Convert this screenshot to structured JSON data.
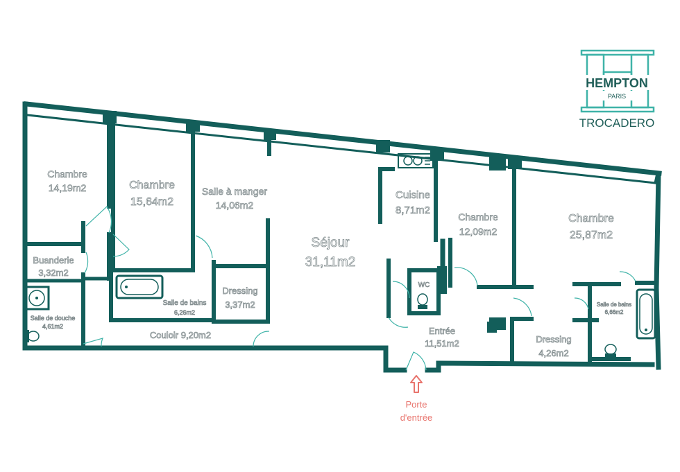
{
  "rooms": {
    "chambre_1": {
      "name": "Chambre",
      "area": "14,19m2"
    },
    "chambre_2": {
      "name": "Chambre",
      "area": "15,64m2"
    },
    "salle_a_manger": {
      "name": "Salle à manger",
      "area": "14,06m2"
    },
    "sejour": {
      "name": "Séjour",
      "area": "31,11m2"
    },
    "cuisine": {
      "name": "Cuisine",
      "area": "8,71m2"
    },
    "chambre_3": {
      "name": "Chambre",
      "area": "12,09m2"
    },
    "chambre_4": {
      "name": "Chambre",
      "area": "25,87m2"
    },
    "buanderie": {
      "name": "Buanderie",
      "area": "3,32m2"
    },
    "salle_de_douche": {
      "name": "Salle de douche",
      "area": "4,61m2"
    },
    "salle_de_bains_1": {
      "name": "Salle de bains",
      "area": "6,26m2"
    },
    "dressing_1": {
      "name": "Dressing",
      "area": "3,37m2"
    },
    "couloir": {
      "name": "Couloir",
      "area": "9,20m2"
    },
    "wc": {
      "name": "WC"
    },
    "entree": {
      "name": "Entrée",
      "area": "11,51m2"
    },
    "dressing_2": {
      "name": "Dressing",
      "area": "4,26m2"
    },
    "salle_de_bains_2": {
      "name": "Salle de bains",
      "area": "6,66m2"
    }
  },
  "entrance": {
    "line1": "Porte",
    "line2": "d'entrée"
  },
  "logo": {
    "brand": "HEMPTON",
    "city": "PARIS",
    "location": "TROCADERO"
  },
  "colors": {
    "wall": "#135e5a",
    "door": "#3fb3a8",
    "logo_primary": "#1f5e58",
    "logo_accent": "#3fb3a8",
    "entrance": "#e8736c",
    "label_outline": "#7f8a8c"
  }
}
